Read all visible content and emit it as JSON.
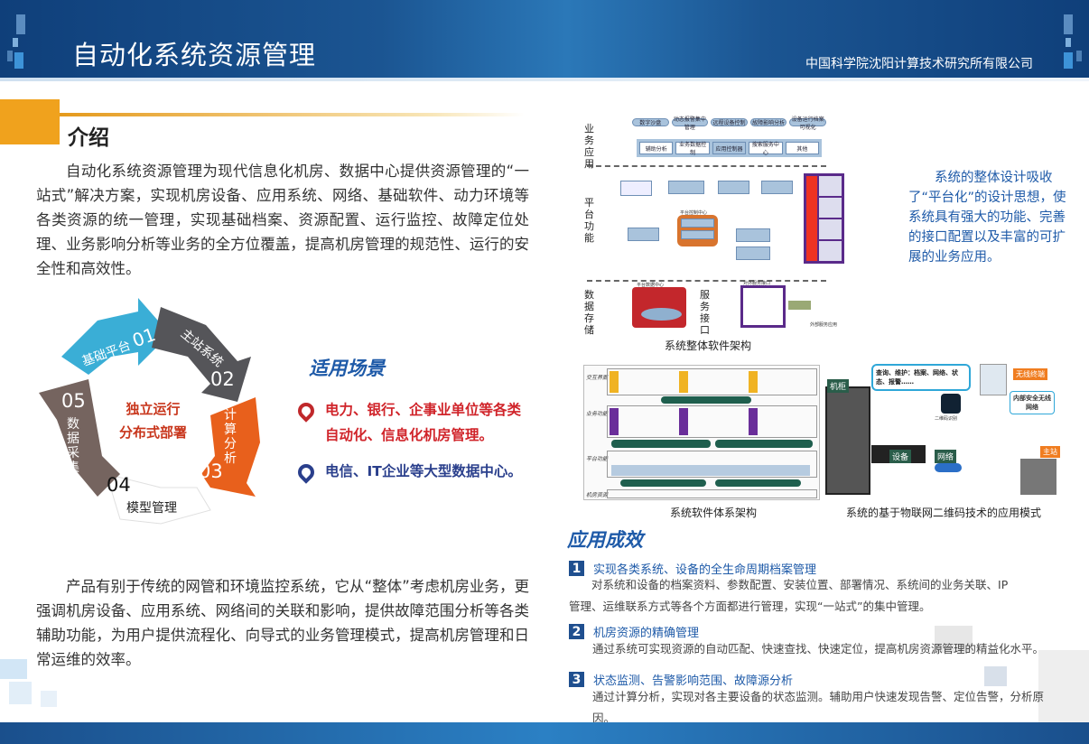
{
  "header": {
    "title": "自动化系统资源管理",
    "company": "中国科学院沈阳计算技术研究所有限公司"
  },
  "intro": {
    "title": "介绍",
    "text": "自动化系统资源管理为现代信息化机房、数据中心提供资源管理的“一站式”解决方案，实现机房设备、应用系统、网络、基础软件、动力环境等各类资源的统一管理，实现基础档案、资源配置、运行监控、故障定位处理、业务影响分析等业务的全方位覆盖，提高机房管理的规范性、运行的安全性和高效性。"
  },
  "cycle": {
    "center": [
      "独立运行",
      "分布式部署"
    ],
    "segments": [
      {
        "num": "01",
        "label": "基础平台",
        "color": "#3aaed6"
      },
      {
        "num": "02",
        "label": "主站系统",
        "color": "#555559"
      },
      {
        "num": "03",
        "label": "计算分析",
        "color": "#e8601c"
      },
      {
        "num": "04",
        "label": "模型管理",
        "color": "#ffffff"
      },
      {
        "num": "05",
        "label": "数据采集",
        "color": "#75645f"
      }
    ]
  },
  "scenarios": {
    "title": "适用场景",
    "items": [
      {
        "text": "电力、银行、企事业单位等各类自动化、信息化机房管理。",
        "color": "#d0242a"
      },
      {
        "text": "电信、IT企业等大型数据中心。",
        "color": "#2a3f8c"
      }
    ]
  },
  "para2": "产品有别于传统的网管和环境监控系统，它从“整体”考虑机房业务，更强调机房设备、应用系统、网络间的关联和影响，提供故障范围分析等各类辅助功能，为用户提供流程化、向导式的业务管理模式，提高机房管理和日常运维的效率。",
  "architecture": {
    "caption": "系统整体软件架构",
    "layers": [
      "业务应用",
      "平台功能",
      "数据存储",
      "服务接口"
    ],
    "top_items": [
      "数字沙盘",
      "动态报警集中管理",
      "远程设备控制",
      "故障影响分析",
      "设备运行档案可视化"
    ],
    "bar_items": [
      "辅助分析",
      "业务数据控制",
      "应用控制器",
      "搜索服务中心",
      "其他"
    ],
    "center": "平台控制中心",
    "db": "平台数据中心",
    "interface": "对外服务接口",
    "ext": "外部服务应用"
  },
  "right_text": "系统的整体设计吸收了“平台化”的设计思想，使系统具有强大的功能、完善的接口配置以及丰富的可扩展的业务应用。",
  "software_arch": {
    "caption": "系统软件体系架构",
    "layers": [
      "交互界面",
      "业务功能",
      "平台功能",
      "机房资源"
    ]
  },
  "iot": {
    "caption": "系统的基于物联网二维码技术的应用模式",
    "bubble": "查询、维护：档案、网络、状态、报警……",
    "labels": {
      "cabinet": "机柜",
      "device": "设备",
      "network": "网络",
      "terminal": "无线终端",
      "secure": "内部安全无线网络",
      "station": "主站",
      "reader": "二维码识别"
    }
  },
  "benefits": {
    "title": "应用成效",
    "items": [
      {
        "num": "1",
        "title": "实现各类系统、设备的全生命周期档案管理",
        "text": "对系统和设备的档案资料、参数配置、安装位置、部署情况、系统间的业务关联、IP管理、运维联系方式等各个方面都进行管理，实现“一站式”的集中管理。"
      },
      {
        "num": "2",
        "title": "机房资源的精确管理",
        "text": "通过系统可实现资源的自动匹配、快速查找、快速定位，提高机房资源管理的精益化水平。"
      },
      {
        "num": "3",
        "title": "状态监测、告警影响范围、故障源分析",
        "text": "通过计算分析，实现对各主要设备的状态监测。辅助用户快速发现告警、定位告警，分析原因。"
      }
    ]
  }
}
